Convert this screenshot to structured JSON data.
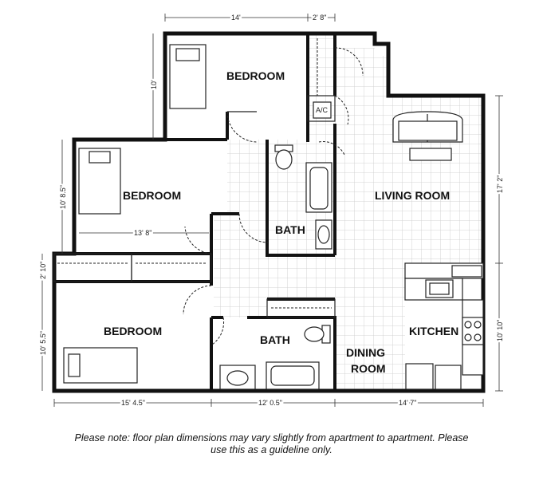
{
  "rooms": {
    "bedroom_top": "BEDROOM",
    "bedroom_middle": "BEDROOM",
    "bedroom_bottom": "BEDROOM",
    "bath_upper": "BATH",
    "bath_lower": "BATH",
    "living_room": "LIVING ROOM",
    "kitchen": "KITCHEN",
    "dining_line1": "DINING",
    "dining_line2": "ROOM",
    "ac": "A/C"
  },
  "dimensions": {
    "top_bedroom_width": "14'",
    "closet_width": "2' 8\"",
    "top_bedroom_height": "10'",
    "middle_bedroom_height": "10' 8.5\"",
    "middle_bedroom_width": "13' 8\"",
    "closet_height": "2' 10\"",
    "bottom_bedroom_height": "10' 5.5\"",
    "bottom_left": "15' 4.5\"",
    "bottom_middle": "12' 0.5\"",
    "bottom_right": "14' 7\"",
    "living_height": "17' 2\"",
    "kitchen_height": "10' 10\""
  },
  "note": {
    "line1": "Please note:  floor plan dimensions may vary slightly from apartment to apartment.  Please",
    "line2": "use this as a guideline only."
  }
}
